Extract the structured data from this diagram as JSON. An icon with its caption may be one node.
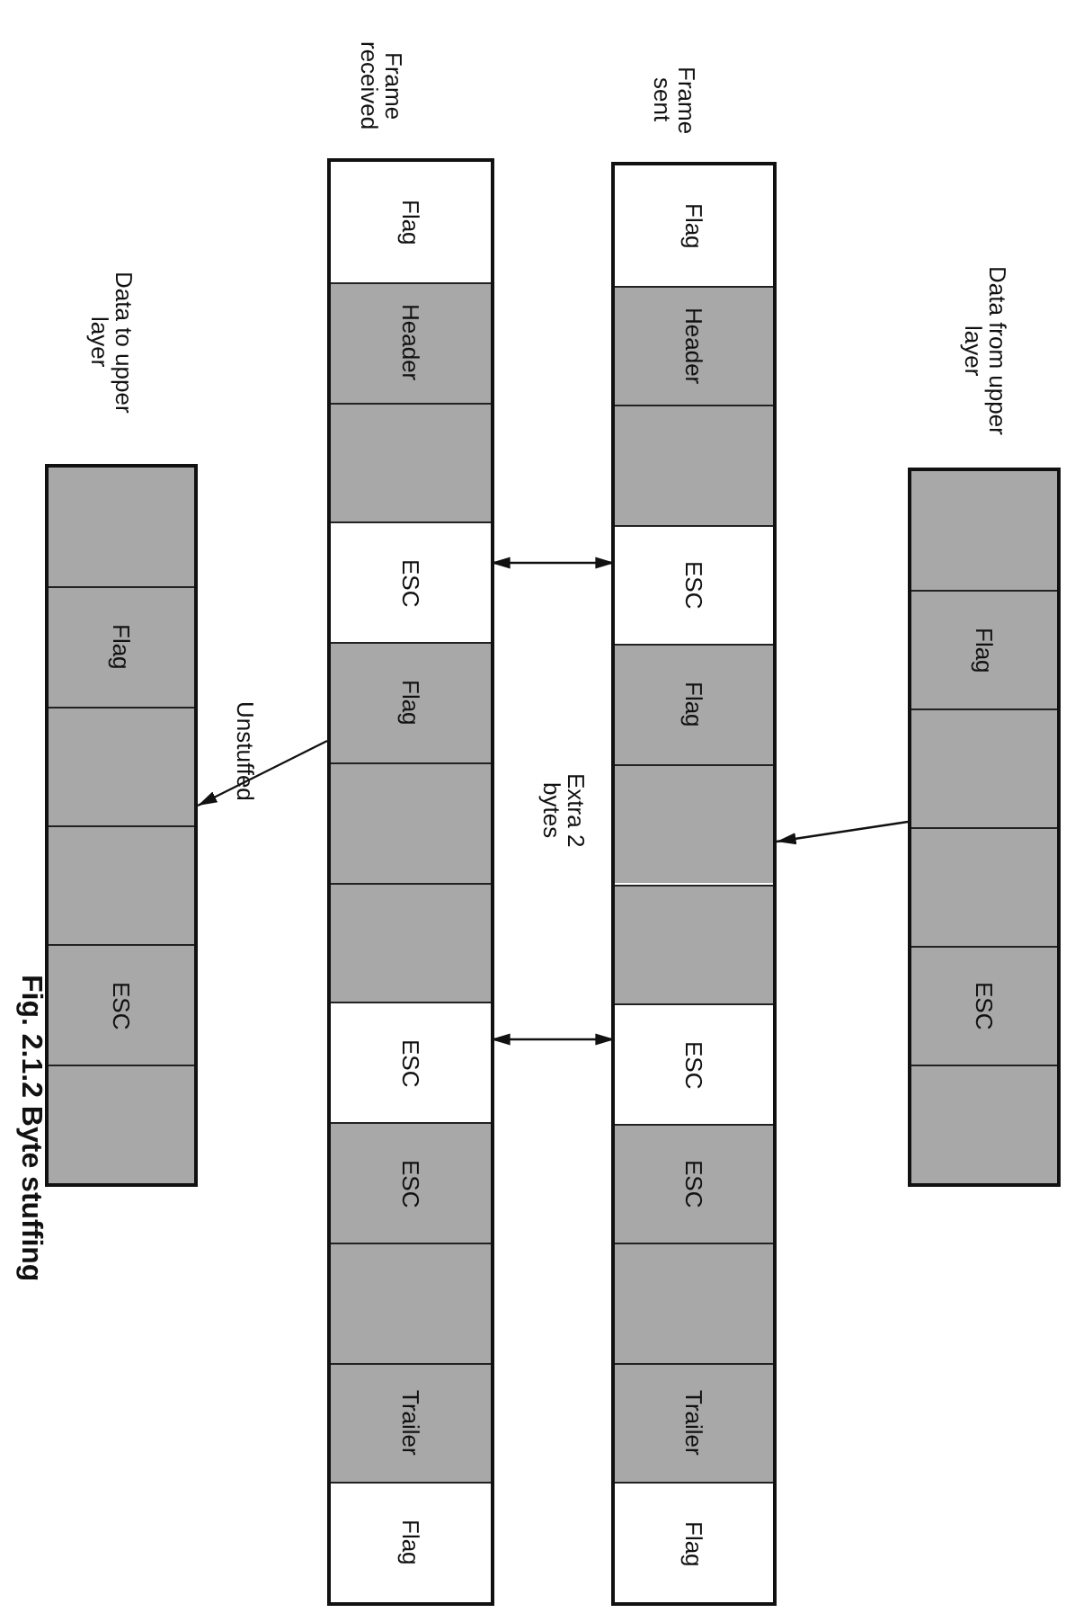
{
  "diagram": {
    "caption": "Fig. 2.1.2 Byte stuffing",
    "nodes": [
      {
        "text": [
          "Data from upper layer"
        ]
      },
      {
        "text": [],
        "shape": "box",
        "in": 0
      },
      {
        "text": [
          "Flag"
        ],
        "in": 0
      },
      {
        "text": [],
        "shape": "box",
        "in": 0
      },
      {
        "text": [],
        "shape": "box",
        "in": 0
      },
      {
        "text": [
          "ESC"
        ],
        "in": 0
      },
      {
        "text": [],
        "shape": "box",
        "in": 0
      },
      {
        "text": [
          "Frame sent"
        ]
      },
      {
        "text": [
          "Flag"
        ],
        "in": 7
      },
      {
        "text": [
          "Header"
        ],
        "in": 7
      },
      {
        "text": [],
        "shape": "box",
        "in": 7
      },
      {
        "text": [
          "ESC"
        ],
        "in": 7
      },
      {
        "text": [
          "Flag"
        ],
        "in": 7
      },
      {
        "text": [],
        "shape": "box",
        "in": 7
      },
      {
        "text": [],
        "shape": "box",
        "in": 7
      },
      {
        "text": [
          "ESC"
        ],
        "in": 7
      },
      {
        "text": [
          "ESC"
        ],
        "in": 7
      },
      {
        "text": [],
        "shape": "box",
        "in": 7
      },
      {
        "text": [
          "Trailer"
        ],
        "in": 7
      },
      {
        "text": [
          "Flag"
        ],
        "in": 7
      },
      {
        "text": [
          "Frame received"
        ]
      },
      {
        "text": [
          "Flag"
        ],
        "in": 20
      },
      {
        "text": [
          "Header"
        ],
        "in": 20
      },
      {
        "text": [],
        "shape": "box",
        "in": 20
      },
      {
        "text": [
          "ESC"
        ],
        "in": 20
      },
      {
        "text": [
          "Flag"
        ],
        "in": 20
      },
      {
        "text": [],
        "shape": "box",
        "in": 20
      },
      {
        "text": [],
        "shape": "box",
        "in": 20
      },
      {
        "text": [
          "ESC"
        ],
        "in": 20
      },
      {
        "text": [
          "ESC"
        ],
        "in": 20
      },
      {
        "text": [],
        "shape": "box",
        "in": 20
      },
      {
        "text": [
          "Trailer"
        ],
        "in": 20
      },
      {
        "text": [
          "Flag"
        ],
        "in": 20
      },
      {
        "text": [
          "Data to upper layer"
        ]
      },
      {
        "text": [],
        "shape": "box",
        "in": 33
      },
      {
        "text": [
          "Flag"
        ],
        "in": 33
      },
      {
        "text": [],
        "shape": "box",
        "in": 33
      },
      {
        "text": [],
        "shape": "box",
        "in": 33
      },
      {
        "text": [
          "ESC"
        ],
        "in": 33
      },
      {
        "text": [],
        "shape": "box",
        "in": 33
      }
    ],
    "edges": [
      {
        "from": 0,
        "to": 7,
        "arrow": "to"
      },
      {
        "from": 11,
        "to": 24,
        "arrow": "both"
      },
      {
        "from": 15,
        "to": 28,
        "arrow": "both"
      },
      {
        "from": 20,
        "to": 33,
        "arrow": "to",
        "label": "Unstuffed"
      }
    ],
    "labels": [
      "Extra 2 bytes"
    ]
  }
}
